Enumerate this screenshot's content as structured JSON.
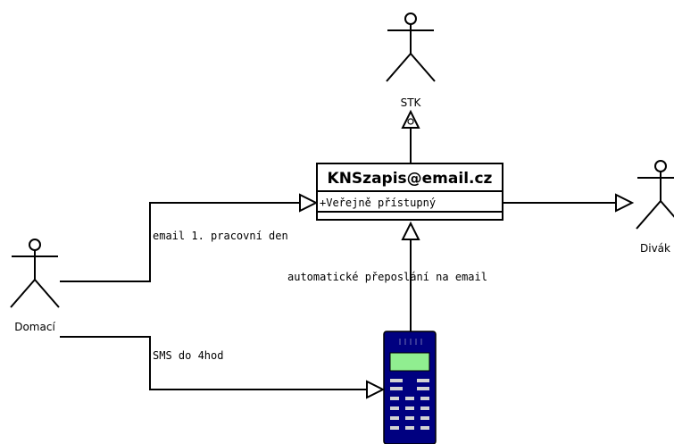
{
  "actors": {
    "stk": "STK",
    "domaci": "Domací",
    "divak": "Divák"
  },
  "class_box": {
    "title": "KNSzapis@email.cz",
    "attribute": "+Veřejně přístupný"
  },
  "edges": {
    "email": "email 1. pracovní den",
    "sms": "SMS do 4hod",
    "forward": "automatické přeposlání na email"
  },
  "phone_icon": "mobile-phone-icon",
  "colors": {
    "phone_body": "#000080",
    "phone_screen": "#90ee90",
    "phone_keys": "#d3d3d3"
  }
}
